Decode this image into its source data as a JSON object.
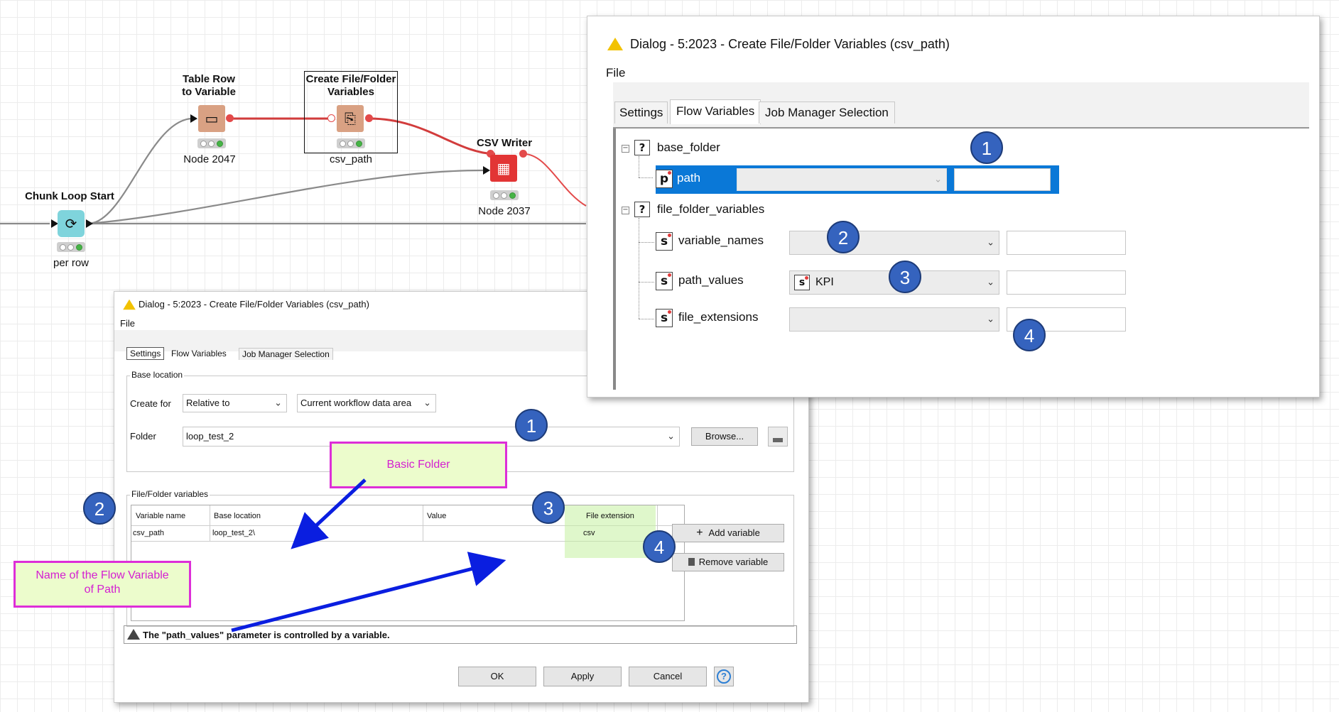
{
  "workflow": {
    "nodes": {
      "table_row": {
        "title_line1": "Table Row",
        "title_line2": "to Variable",
        "label": "Node 2047"
      },
      "create_ff": {
        "title_line1": "Create File/Folder",
        "title_line2": "Variables",
        "label": "csv_path"
      },
      "csv_writer": {
        "title": "CSV Writer",
        "label": "Node 2037"
      },
      "chunk_loop": {
        "title": "Chunk Loop Start",
        "label": "per row"
      }
    },
    "icons": {
      "table_row": "table-to-variable-icon",
      "create_ff": "file-variable-icon",
      "csv_writer": "csv-writer-icon",
      "chunk_loop": "loop-start-icon"
    },
    "colors": {
      "wire_red": "#d23c3c",
      "wire_gray": "#8a8a8a",
      "node_tan": "#d9a183",
      "node_red": "#e23535",
      "node_teal": "#7fd4dc"
    }
  },
  "flow_dialog": {
    "title": "Dialog - 5:2023 - Create File/Folder Variables (csv_path)",
    "menu_file": "File",
    "tabs": [
      "Settings",
      "Flow Variables",
      "Job Manager Selection"
    ],
    "tree": {
      "base_folder": {
        "label": "base_folder",
        "icon": "?"
      },
      "path": {
        "label": "path",
        "icon": "p"
      },
      "file_folder_variables": {
        "label": "file_folder_variables",
        "icon": "?"
      },
      "variable_names": {
        "label": "variable_names",
        "icon": "s"
      },
      "path_values": {
        "label": "path_values",
        "icon": "s",
        "value": "KPI",
        "value_icon": "s"
      },
      "file_extensions": {
        "label": "file_extensions",
        "icon": "s"
      }
    }
  },
  "settings_dialog": {
    "title": "Dialog - 5:2023 - Create File/Folder Variables (csv_path)",
    "menu_file": "File",
    "tabs": [
      "Settings",
      "Flow Variables",
      "Job Manager Selection"
    ],
    "base_location": {
      "group_label": "Base location",
      "create_for_label": "Create for",
      "create_for_value": "Relative to",
      "relative_value": "Current workflow data area",
      "folder_label": "Folder",
      "folder_value": "loop_test_2",
      "browse_label": "Browse..."
    },
    "variables": {
      "group_label": "File/Folder variables",
      "headers": [
        "Variable name",
        "Base location",
        "Value",
        "File extension"
      ],
      "row": [
        "csv_path",
        "loop_test_2\\",
        "",
        "csv"
      ],
      "add_label": "Add variable",
      "remove_label": "Remove variable"
    },
    "status": "The \"path_values\" parameter is controlled by a variable.",
    "buttons": {
      "ok": "OK",
      "apply": "Apply",
      "cancel": "Cancel",
      "help": "?"
    }
  },
  "callouts": {
    "numbers": [
      "1",
      "2",
      "3",
      "4"
    ],
    "basic_folder": "Basic Folder",
    "flow_var_name_line1": "Name of the Flow Variable",
    "flow_var_name_line2": "of Path",
    "colors": {
      "circle": "#3563be",
      "note_border": "#dd2ed8",
      "note_fill": "#ecfccc",
      "arrow": "#0a1ee0"
    }
  }
}
